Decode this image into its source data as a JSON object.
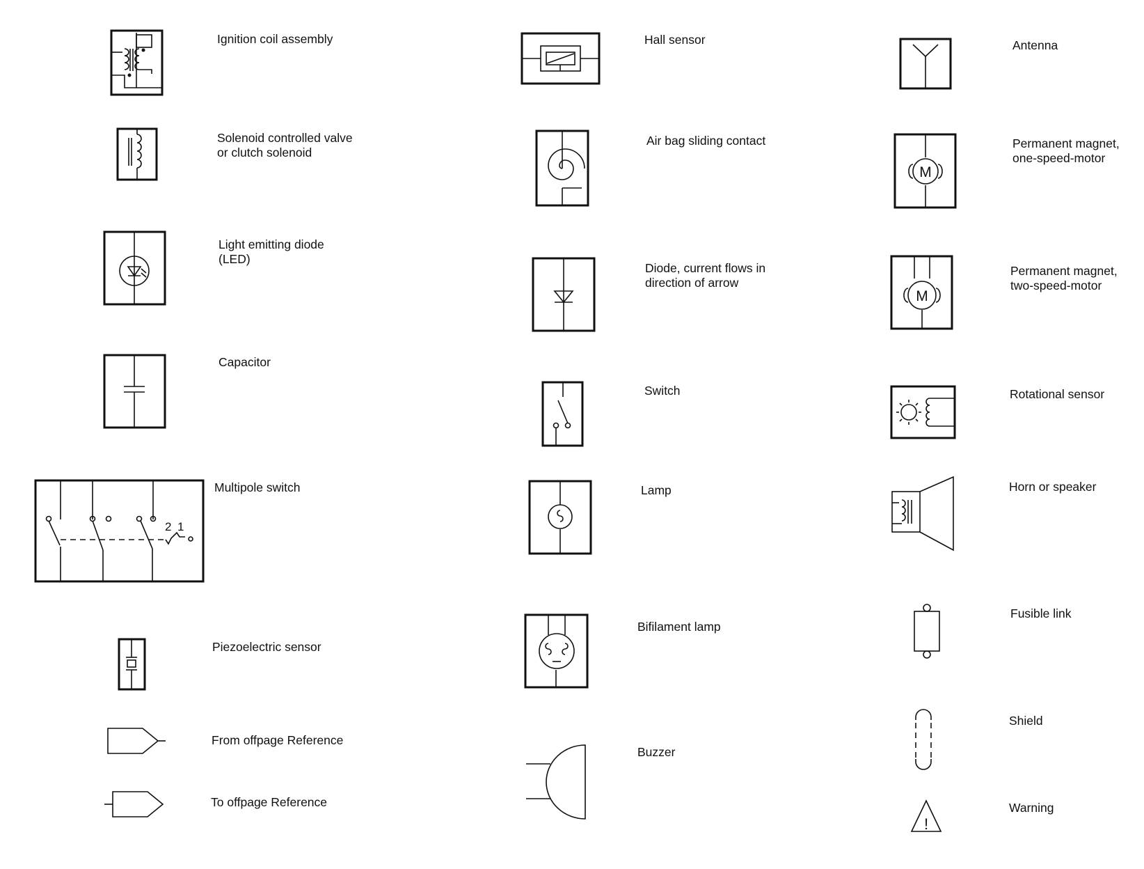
{
  "legend": {
    "column1": [
      {
        "id": "ignition-coil",
        "icon": "ignition-coil-icon",
        "lines": [
          "Ignition coil assembly"
        ]
      },
      {
        "id": "solenoid-valve",
        "icon": "solenoid-valve-icon",
        "lines": [
          "Solenoid controlled valve",
          "or clutch solenoid"
        ]
      },
      {
        "id": "led",
        "icon": "led-icon",
        "lines": [
          "Light emitting diode",
          "(LED)"
        ]
      },
      {
        "id": "capacitor",
        "icon": "capacitor-icon",
        "lines": [
          "Capacitor"
        ]
      },
      {
        "id": "multipole-switch",
        "icon": "multipole-switch-icon",
        "lines": [
          "Multipole switch"
        ],
        "contact_numbers": [
          "2",
          "1"
        ]
      },
      {
        "id": "piezoelectric-sensor",
        "icon": "piezoelectric-sensor-icon",
        "lines": [
          "Piezoelectric sensor"
        ]
      },
      {
        "id": "from-offpage",
        "icon": "from-offpage-reference-icon",
        "lines": [
          "From offpage Reference"
        ]
      },
      {
        "id": "to-offpage",
        "icon": "to-offpage-reference-icon",
        "lines": [
          "To offpage Reference"
        ]
      }
    ],
    "column2": [
      {
        "id": "hall-sensor",
        "icon": "hall-sensor-icon",
        "lines": [
          "Hall sensor"
        ]
      },
      {
        "id": "air-bag-contact",
        "icon": "air-bag-sliding-contact-icon",
        "lines": [
          "Air bag sliding contact"
        ]
      },
      {
        "id": "diode",
        "icon": "diode-icon",
        "lines": [
          "Diode, current flows in",
          "direction of arrow"
        ]
      },
      {
        "id": "switch",
        "icon": "switch-icon",
        "lines": [
          "Switch"
        ]
      },
      {
        "id": "lamp",
        "icon": "lamp-icon",
        "lines": [
          "Lamp"
        ]
      },
      {
        "id": "bifilament-lamp",
        "icon": "bifilament-lamp-icon",
        "lines": [
          "Bifilament lamp"
        ]
      },
      {
        "id": "buzzer",
        "icon": "buzzer-icon",
        "lines": [
          "Buzzer"
        ]
      }
    ],
    "column3": [
      {
        "id": "antenna",
        "icon": "antenna-icon",
        "lines": [
          "Antenna"
        ]
      },
      {
        "id": "one-speed-motor",
        "icon": "one-speed-motor-icon",
        "lines": [
          "Permanent magnet,",
          "one-speed-motor"
        ],
        "symbol_letter": "M"
      },
      {
        "id": "two-speed-motor",
        "icon": "two-speed-motor-icon",
        "lines": [
          "Permanent magnet,",
          "two-speed-motor"
        ],
        "symbol_letter": "M"
      },
      {
        "id": "rotational-sensor",
        "icon": "rotational-sensor-icon",
        "lines": [
          "Rotational sensor"
        ]
      },
      {
        "id": "horn-speaker",
        "icon": "horn-speaker-icon",
        "lines": [
          "Horn or speaker"
        ]
      },
      {
        "id": "fusible-link",
        "icon": "fusible-link-icon",
        "lines": [
          "Fusible link"
        ]
      },
      {
        "id": "shield",
        "icon": "shield-icon",
        "lines": [
          "Shield"
        ]
      },
      {
        "id": "warning",
        "icon": "warning-icon",
        "lines": [
          "Warning"
        ],
        "symbol_text": "!"
      }
    ]
  }
}
